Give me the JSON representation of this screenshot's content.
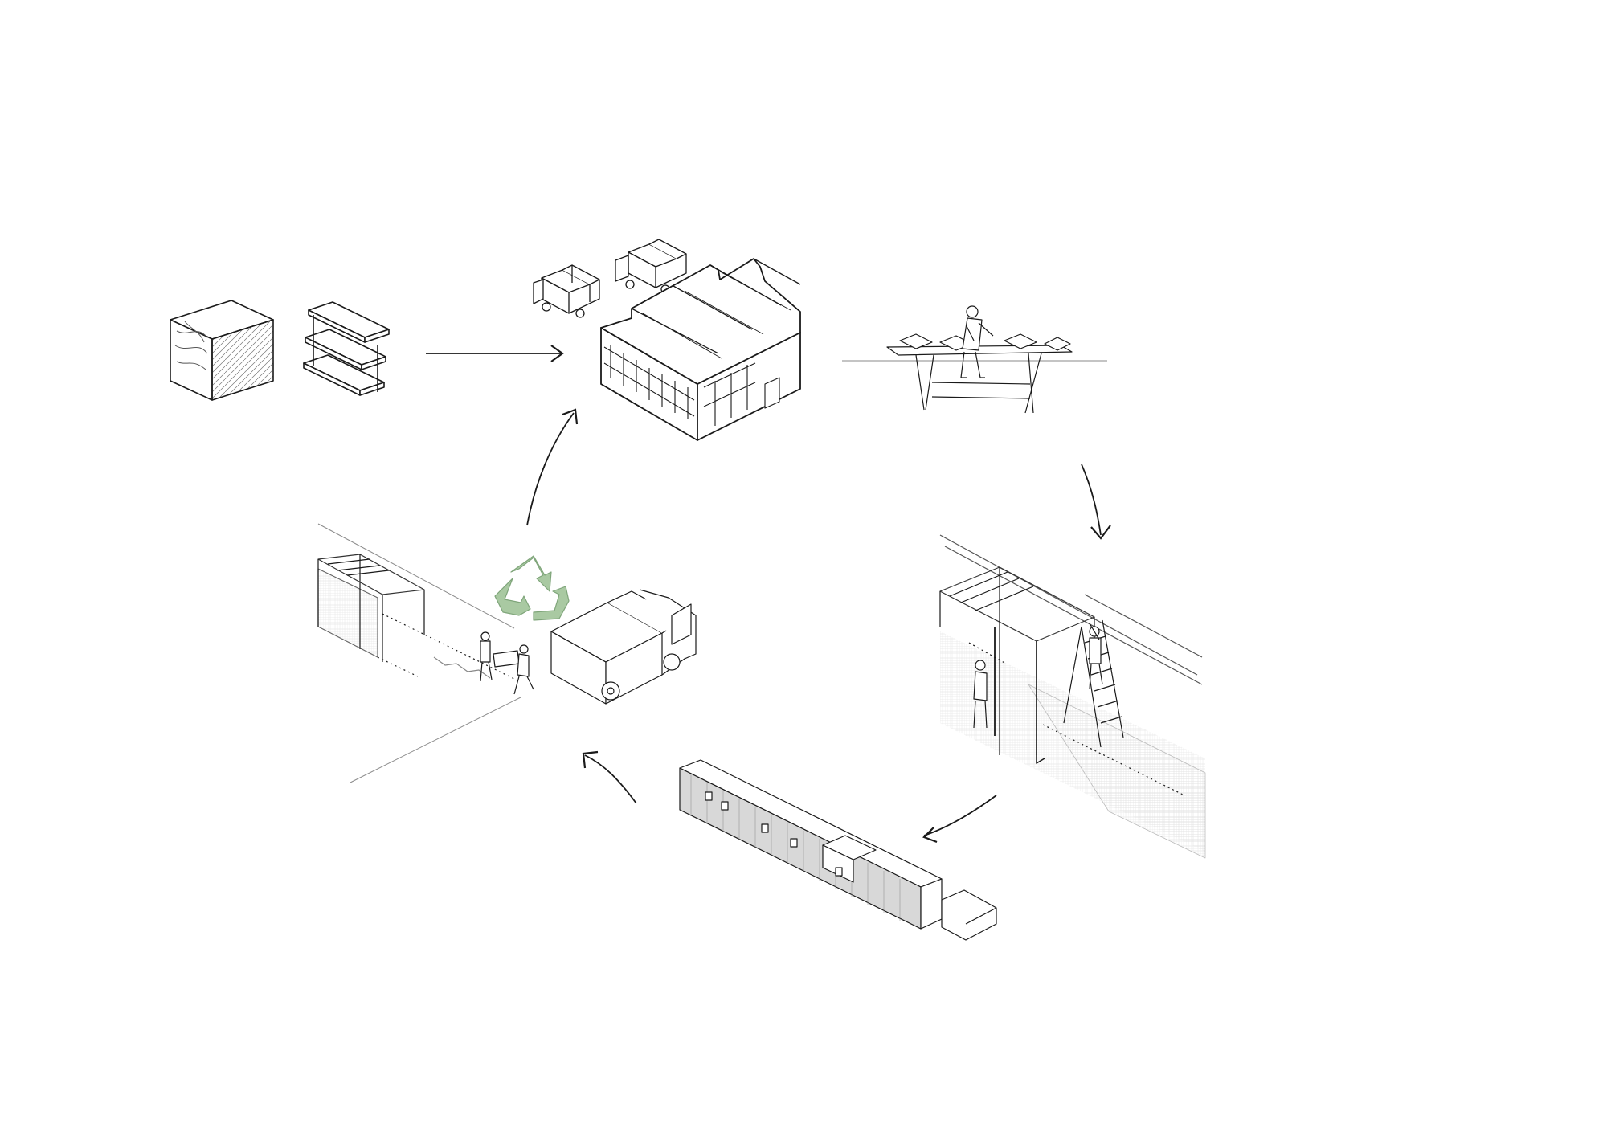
{
  "diagram": {
    "kind": "circular-process",
    "colors": {
      "line": "#1a1a1a",
      "thin": "#8a8a8a",
      "recycle": "#a9c9a2",
      "recycle_stroke": "#7fa57a",
      "hatch": "#d9d9d9"
    },
    "stages": [
      {
        "id": "raw-materials",
        "icon": "timber-and-shelving-icon"
      },
      {
        "id": "factory",
        "icon": "factory-with-trucks-icon"
      },
      {
        "id": "workbench",
        "icon": "carpenter-at-workbench-icon"
      },
      {
        "id": "assembly",
        "icon": "canopy-assembly-with-ladder-icon"
      },
      {
        "id": "installed-building",
        "icon": "long-timber-pavilion-icon"
      },
      {
        "id": "disassembly",
        "icon": "dismantling-and-truck-icon"
      },
      {
        "id": "recycle",
        "icon": "recycle-icon"
      }
    ],
    "flow": [
      "raw-materials",
      "factory",
      "workbench",
      "assembly",
      "installed-building",
      "disassembly",
      "factory"
    ]
  }
}
